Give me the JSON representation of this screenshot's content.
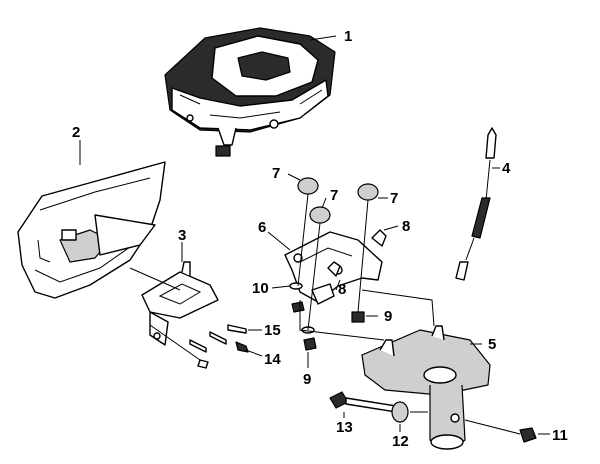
{
  "callouts": {
    "c1": "1",
    "c2": "2",
    "c3": "3",
    "c4": "4",
    "c5": "5",
    "c6": "6",
    "c7a": "7",
    "c7b": "7",
    "c7c": "7",
    "c8a": "8",
    "c8b": "8",
    "c9a": "9",
    "c9b": "9",
    "c10": "10",
    "c11": "11",
    "c12": "12",
    "c13": "13",
    "c14": "14",
    "c15": "15"
  }
}
